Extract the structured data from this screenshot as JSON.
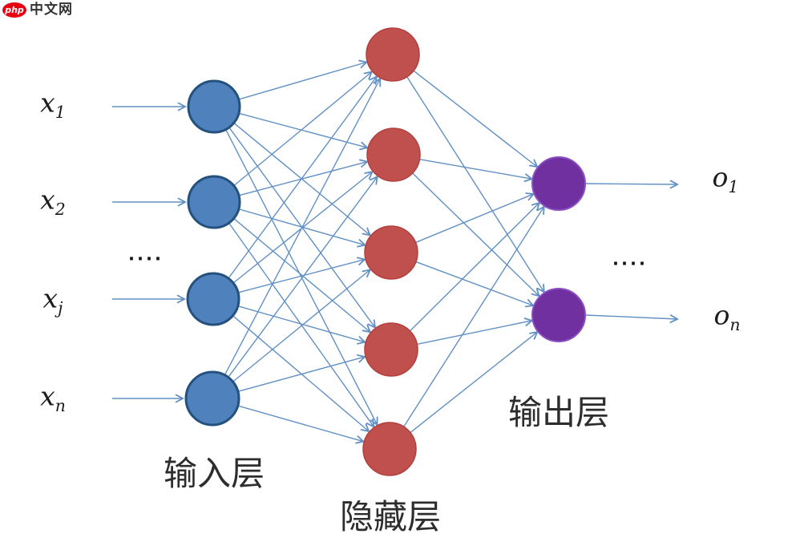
{
  "watermark": {
    "badge": "php",
    "text": "中文网",
    "badge_color": "#e60012",
    "badge_text_color": "#ffffff",
    "text_color": "#333333"
  },
  "diagram": {
    "type": "neural-network",
    "edge_color": "#6190c4",
    "layers": [
      {
        "id": "input",
        "label": "输入层",
        "nodes_shown": 4,
        "node_color": "#4f81bd",
        "node_border": "#24517e"
      },
      {
        "id": "hidden",
        "label": "隐藏层",
        "nodes_shown": 5,
        "node_color": "#c0504d",
        "node_border": "#b2413e"
      },
      {
        "id": "output",
        "label": "输出层",
        "nodes_shown": 2,
        "node_color": "#7030a0",
        "node_border": "#8a4fc0"
      }
    ],
    "inputs": [
      {
        "base": "x",
        "sub": "1"
      },
      {
        "base": "x",
        "sub": "2"
      },
      {
        "base": "x",
        "sub": "j"
      },
      {
        "base": "x",
        "sub": "n"
      }
    ],
    "input_ellipsis": "....",
    "outputs": [
      {
        "base": "o",
        "sub": "1"
      },
      {
        "base": "o",
        "sub": "n"
      }
    ],
    "output_ellipsis": "...."
  }
}
